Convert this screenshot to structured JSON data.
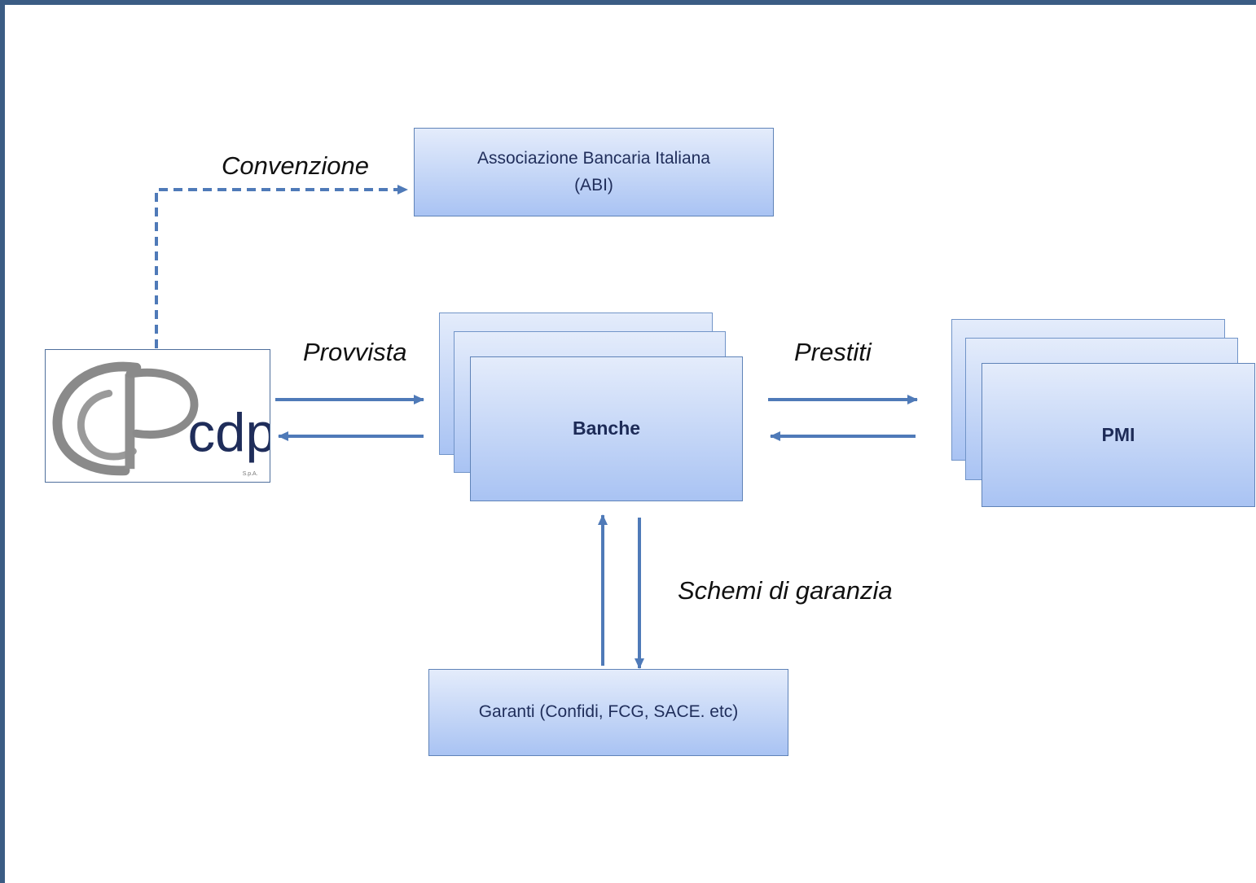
{
  "nodes": {
    "abi": {
      "line1": "Associazione Bancaria Italiana",
      "line2": "(ABI)"
    },
    "banche": {
      "label": "Banche"
    },
    "pmi": {
      "label": "PMI"
    },
    "garanti": {
      "label": "Garanti (Confidi, FCG, SACE. etc)"
    },
    "cdp_logo": {
      "text": "cdp",
      "small": "S.p.A."
    }
  },
  "edges": {
    "convenzione": "Convenzione",
    "provvista": "Provvista",
    "prestiti": "Prestiti",
    "schemi": "Schemi di garanzia"
  },
  "colors": {
    "frame": "#3b5c84",
    "arrow": "#4f7ab8",
    "box_top": "#e4ecfb",
    "box_bottom": "#a9c3f3"
  }
}
